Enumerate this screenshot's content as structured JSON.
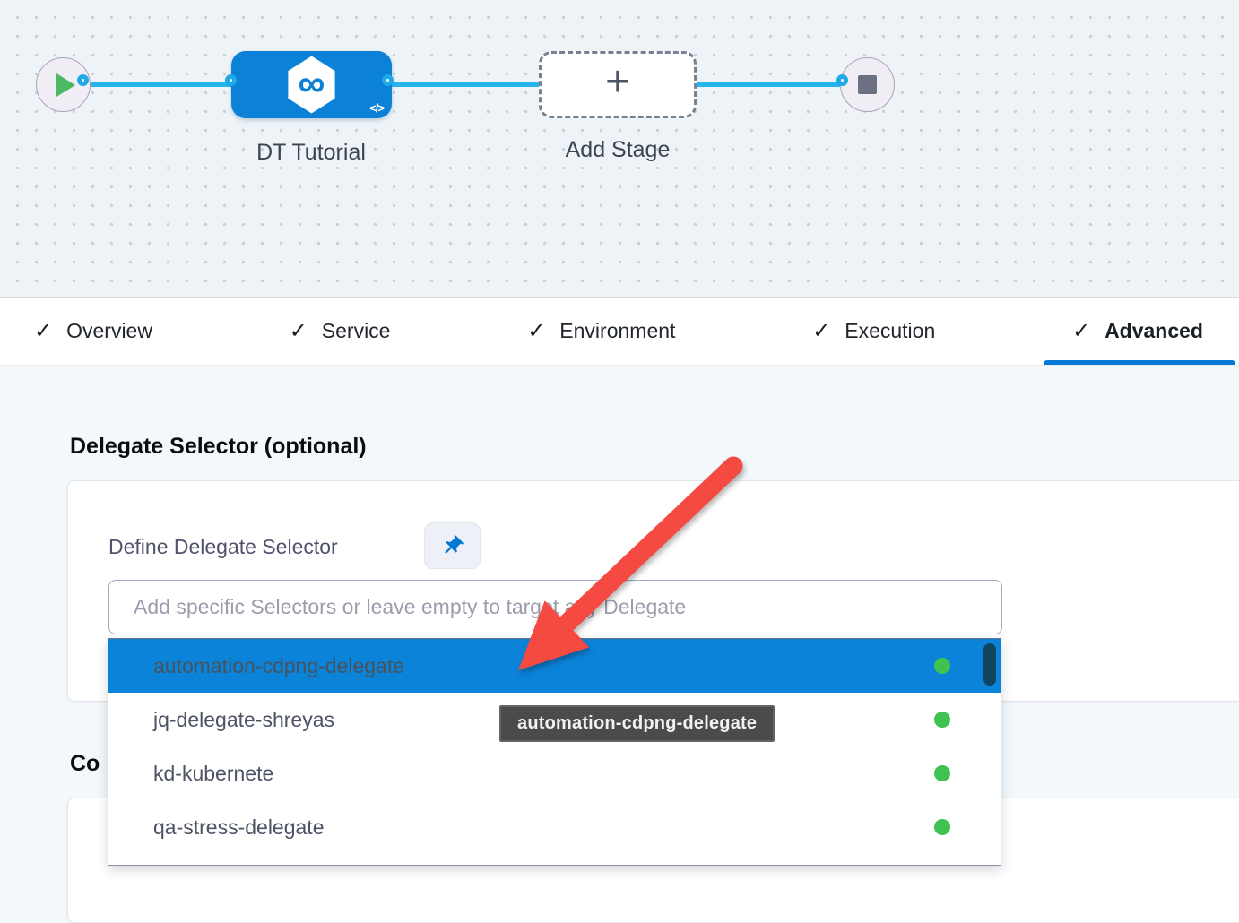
{
  "glyphs": {
    "check": "✓",
    "plus": "+",
    "infinity": "∞",
    "code": "</>"
  },
  "colors": {
    "stage_blue": "#0b81d7",
    "connector_blue": "#25b5ec",
    "highlight_row_blue": "#0b83d9",
    "tab_underline_blue": "#0278d5",
    "status_green": "#3fc24f",
    "play_green": "#4db863",
    "arrow_red": "#f54a42",
    "tooltip_bg": "#4b4b4b",
    "scrollbar_thumb": "#0f455f",
    "canvas_bg": "#edf3f7",
    "content_bg": "#f2f8fb"
  },
  "pipeline": {
    "stage_label": "DT Tutorial",
    "add_stage_label": "Add Stage"
  },
  "tabs": [
    {
      "label": "Overview",
      "active": false
    },
    {
      "label": "Service",
      "active": false
    },
    {
      "label": "Environment",
      "active": false
    },
    {
      "label": "Execution",
      "active": false
    },
    {
      "label": "Advanced",
      "active": true
    }
  ],
  "advanced_tab": {
    "section_heading": "Delegate Selector (optional)",
    "define_label": "Define Delegate Selector",
    "selector_input": {
      "value": "",
      "placeholder": "Add specific Selectors or leave empty to target any Delegate"
    },
    "delegate_dropdown": [
      {
        "label": "automation-cdpng-delegate",
        "status": "connected",
        "highlighted": true
      },
      {
        "label": "jq-delegate-shreyas",
        "status": "connected",
        "highlighted": false
      },
      {
        "label": "kd-kubernete",
        "status": "connected",
        "highlighted": false
      },
      {
        "label": "qa-stress-delegate",
        "status": "connected",
        "highlighted": false
      }
    ],
    "tooltip": "automation-cdpng-delegate",
    "next_section_heading_partial": "Co"
  }
}
